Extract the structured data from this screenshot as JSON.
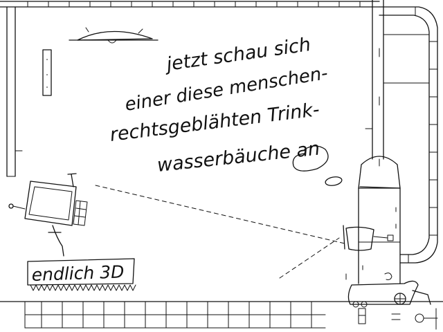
{
  "narration": {
    "line1": "jetzt schau sich",
    "line2": "einer diese menschen-",
    "line3": "rechtsgeblähten Trink-",
    "line4": "wasserbäuche an"
  },
  "sign": {
    "label": "endlich 3D"
  },
  "icons": {
    "ceiling_lamp": "ceiling-lamp-icon",
    "monitor": "monitor-icon",
    "water_tank": "water-tank-icon",
    "cup": "cup-icon",
    "pipe": "pipe-icon"
  },
  "colors": {
    "ink": "#111111",
    "paper": "#ffffff"
  }
}
